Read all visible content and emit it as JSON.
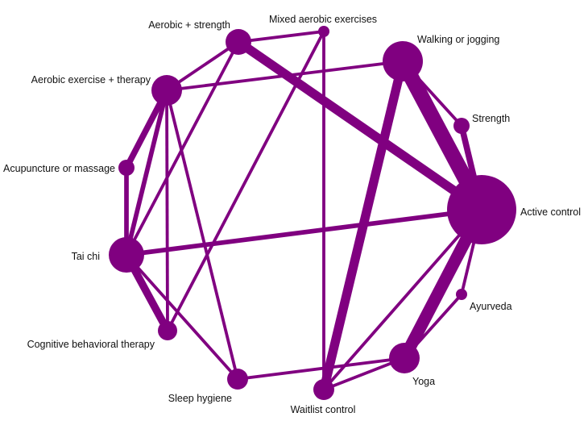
{
  "diagram": {
    "type": "network",
    "colors": {
      "node": "#800080",
      "edge": "#800080",
      "label": "#111111"
    },
    "nodes": [
      {
        "id": "aerobic-strength",
        "label": "Aerobic + strength",
        "size": 3
      },
      {
        "id": "mixed-aerobic",
        "label": "Mixed aerobic exercises",
        "size": 1
      },
      {
        "id": "walking-jogging",
        "label": "Walking or jogging",
        "size": 6
      },
      {
        "id": "strength",
        "label": "Strength",
        "size": 1.5
      },
      {
        "id": "active-control",
        "label": "Active control",
        "size": 10
      },
      {
        "id": "ayurveda",
        "label": "Ayurveda",
        "size": 1
      },
      {
        "id": "yoga",
        "label": "Yoga",
        "size": 4.5
      },
      {
        "id": "waitlist-control",
        "label": "Waitlist control",
        "size": 3
      },
      {
        "id": "sleep-hygiene",
        "label": "Sleep hygiene",
        "size": 3
      },
      {
        "id": "cbt",
        "label": "Cognitive behavioral therapy",
        "size": 2.5
      },
      {
        "id": "tai-chi",
        "label": "Tai chi",
        "size": 5.5
      },
      {
        "id": "acupuncture-massage",
        "label": "Acupuncture or massage",
        "size": 1.5
      },
      {
        "id": "aerobic-therapy",
        "label": "Aerobic exercise + therapy",
        "size": 4
      }
    ],
    "edges": [
      {
        "source": "aerobic-strength",
        "target": "active-control",
        "weight": 3
      },
      {
        "source": "aerobic-strength",
        "target": "aerobic-therapy",
        "weight": 1
      },
      {
        "source": "aerobic-strength",
        "target": "tai-chi",
        "weight": 1
      },
      {
        "source": "aerobic-strength",
        "target": "mixed-aerobic",
        "weight": 1
      },
      {
        "source": "mixed-aerobic",
        "target": "waitlist-control",
        "weight": 1
      },
      {
        "source": "walking-jogging",
        "target": "active-control",
        "weight": 5
      },
      {
        "source": "walking-jogging",
        "target": "strength",
        "weight": 1
      },
      {
        "source": "walking-jogging",
        "target": "waitlist-control",
        "weight": 3
      },
      {
        "source": "walking-jogging",
        "target": "aerobic-therapy",
        "weight": 1
      },
      {
        "source": "strength",
        "target": "active-control",
        "weight": 2
      },
      {
        "source": "active-control",
        "target": "yoga",
        "weight": 4
      },
      {
        "source": "active-control",
        "target": "tai-chi",
        "weight": 1.5
      },
      {
        "source": "active-control",
        "target": "waitlist-control",
        "weight": 1
      },
      {
        "source": "active-control",
        "target": "ayurveda",
        "weight": 1
      },
      {
        "source": "ayurveda",
        "target": "yoga",
        "weight": 1
      },
      {
        "source": "yoga",
        "target": "sleep-hygiene",
        "weight": 1
      },
      {
        "source": "yoga",
        "target": "waitlist-control",
        "weight": 1
      },
      {
        "source": "sleep-hygiene",
        "target": "tai-chi",
        "weight": 1
      },
      {
        "source": "sleep-hygiene",
        "target": "aerobic-therapy",
        "weight": 1
      },
      {
        "source": "cbt",
        "target": "tai-chi",
        "weight": 2.5
      },
      {
        "source": "cbt",
        "target": "aerobic-therapy",
        "weight": 1
      },
      {
        "source": "cbt",
        "target": "mixed-aerobic",
        "weight": 1
      },
      {
        "source": "tai-chi",
        "target": "aerobic-therapy",
        "weight": 1.5
      },
      {
        "source": "tai-chi",
        "target": "acupuncture-massage",
        "weight": 1.5
      },
      {
        "source": "acupuncture-massage",
        "target": "aerobic-therapy",
        "weight": 2
      }
    ]
  }
}
